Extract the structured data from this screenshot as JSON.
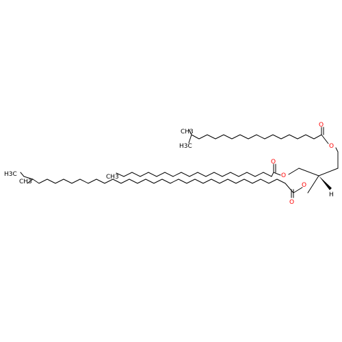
{
  "molecule": {
    "labels": {
      "methyl_top_a": "CH3",
      "methyl_top_b": "H3C",
      "chain_mid_end": "CH3",
      "ethyl_end": "H3C",
      "methyl_bottom": "CH3",
      "ester_oxygen_1": "O",
      "ester_oxygen_2": "O",
      "ester_oxygen_3": "O",
      "carbonyl_oxygen_1": "O",
      "carbonyl_oxygen_2": "O",
      "carbonyl_oxygen_3": "O",
      "stereo_h": "H"
    },
    "colors": {
      "carbon_bond": "#000000",
      "oxygen": "#ff0000"
    }
  }
}
